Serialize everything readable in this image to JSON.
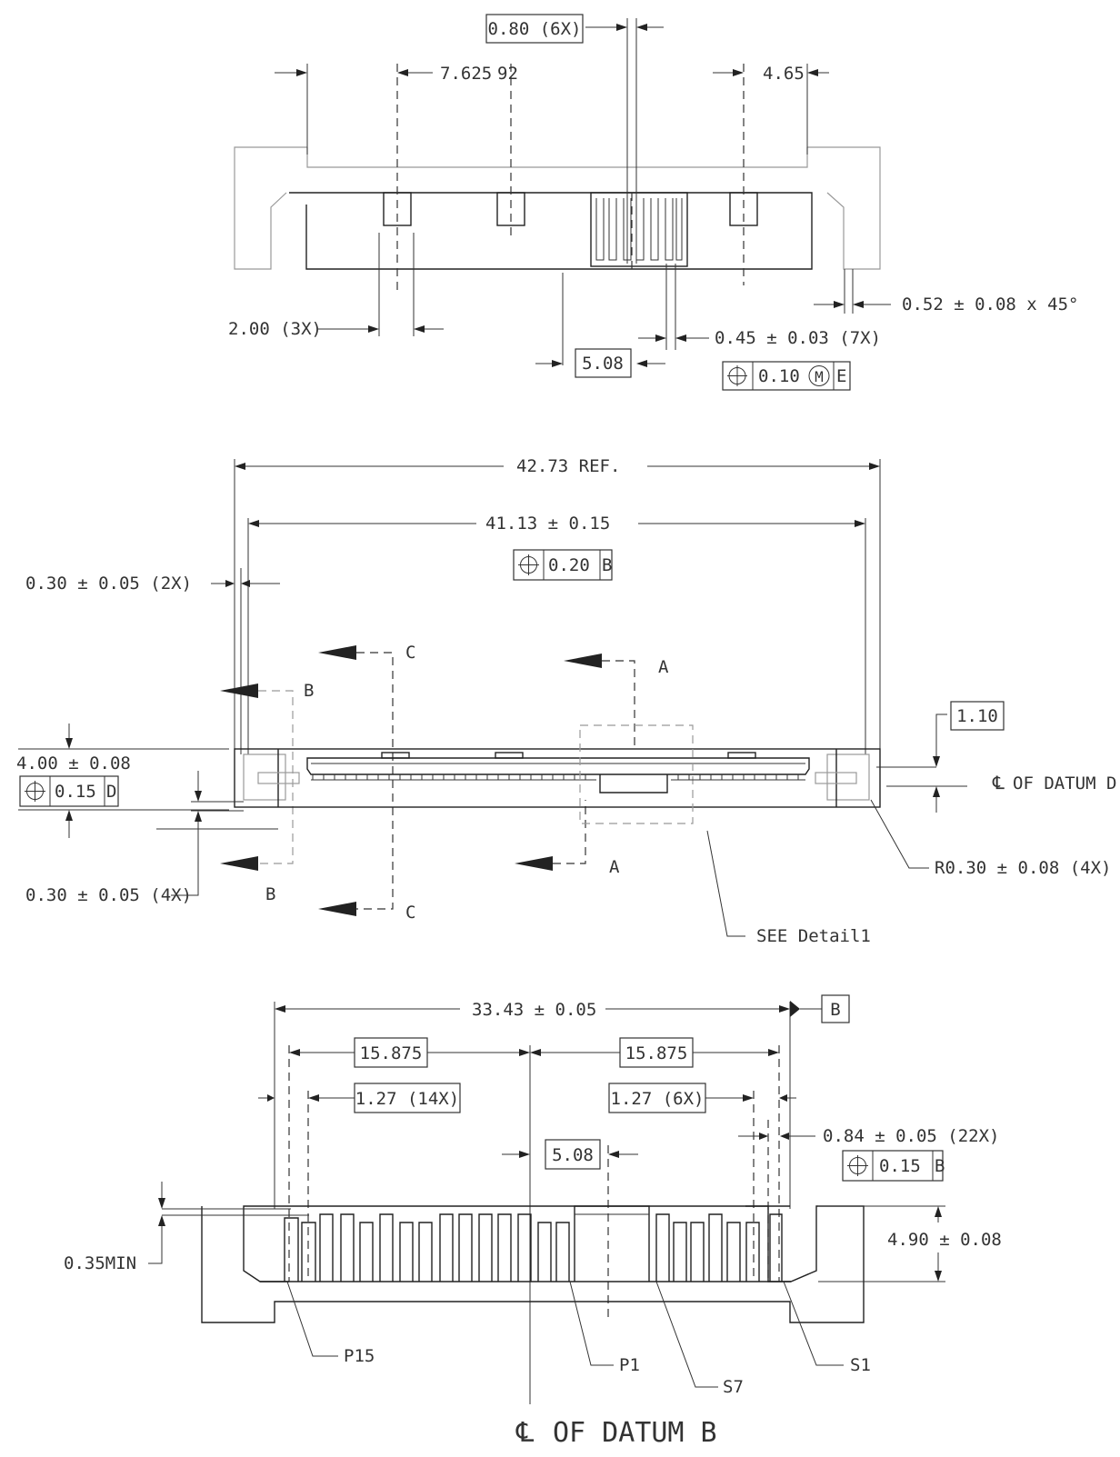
{
  "top_view": {
    "dim_pin_width_6x": "0.80 (6X)",
    "dim_7625": "7.625",
    "dim_92": "92",
    "dim_465": "4.65",
    "dim_200_3x": "2.00 (3X)",
    "dim_chamfer": "0.52 ± 0.08 x 45°",
    "dim_045_7x": "0.45 ± 0.03 (7X)",
    "dim_508": "5.08",
    "fcf": {
      "tol": "0.10",
      "mod": "M",
      "datum": "E"
    }
  },
  "mid_view": {
    "dim_4273": "42.73 REF.",
    "dim_4113": "41.13 ± 0.15",
    "fcf_a": {
      "tol": "0.20",
      "datum": "B"
    },
    "dim_030_2x": "0.30 ± 0.05 (2X)",
    "dim_400": "4.00 ± 0.08",
    "fcf_b": {
      "tol": "0.15",
      "datum": "D"
    },
    "dim_030_4x": "0.30 ± 0.05 (4X)",
    "dim_110": "1.10",
    "cl_datum_d": "OF DATUM D",
    "radius": "R0.30 ± 0.08 (4X)",
    "see_detail": "SEE Detail1",
    "section_a": "A",
    "section_b": "B",
    "section_c": "C"
  },
  "bottom_view": {
    "dim_3343": "33.43 ± 0.05",
    "datum_b": "B",
    "dim_15875_left": "15.875",
    "dim_15875_right": "15.875",
    "dim_127_14x": "1.27 (14X)",
    "dim_127_6x": "1.27 (6X)",
    "dim_084_22x": "0.84 ± 0.05 (22X)",
    "fcf": {
      "tol": "0.15",
      "datum": "B"
    },
    "dim_508": "5.08",
    "dim_490": "4.90 ± 0.08",
    "dim_035": "0.35MIN",
    "label_p15": "P15",
    "label_p1": "P1",
    "label_s7": "S7",
    "label_s1": "S1",
    "cl_text": "OF DATUM B"
  }
}
